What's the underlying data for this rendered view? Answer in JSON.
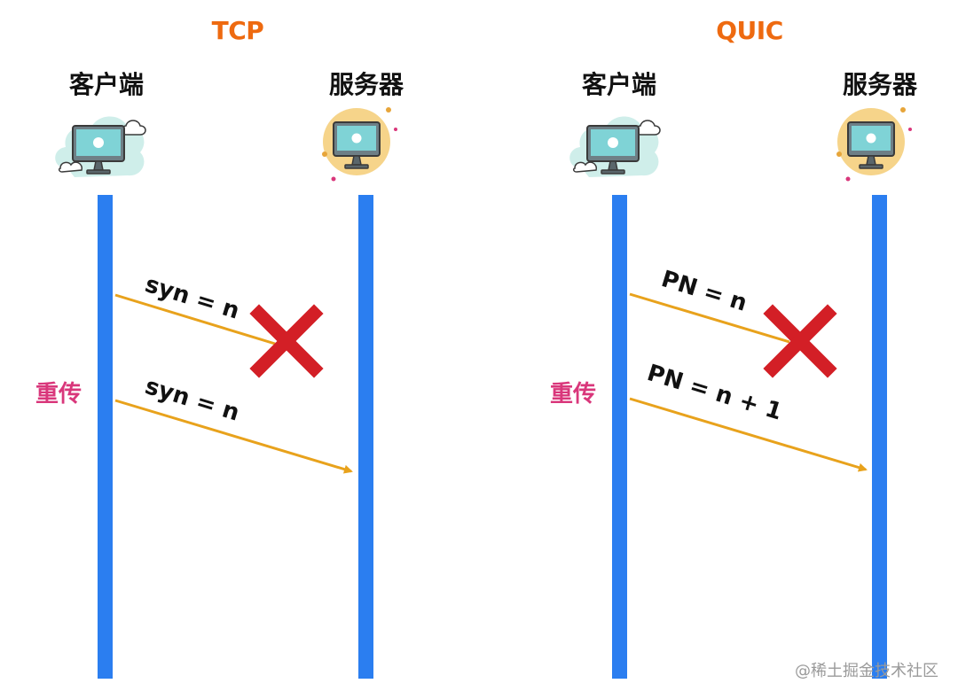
{
  "panels": [
    {
      "title": "TCP",
      "client_label": "客户端",
      "server_label": "服务器",
      "retransmit_label": "重传",
      "first_message": "syn = n",
      "second_message": "syn = n"
    },
    {
      "title": "QUIC",
      "client_label": "客户端",
      "server_label": "服务器",
      "retransmit_label": "重传",
      "first_message": "PN = n",
      "second_message": "PN = n + 1"
    }
  ],
  "colors": {
    "title": "#ee6a10",
    "timeline": "#2b7ef0",
    "arrow": "#e8a21c",
    "lost_mark": "#d31f26",
    "retransmit": "#d9377b"
  },
  "watermark": "@稀土掘金技术社区"
}
